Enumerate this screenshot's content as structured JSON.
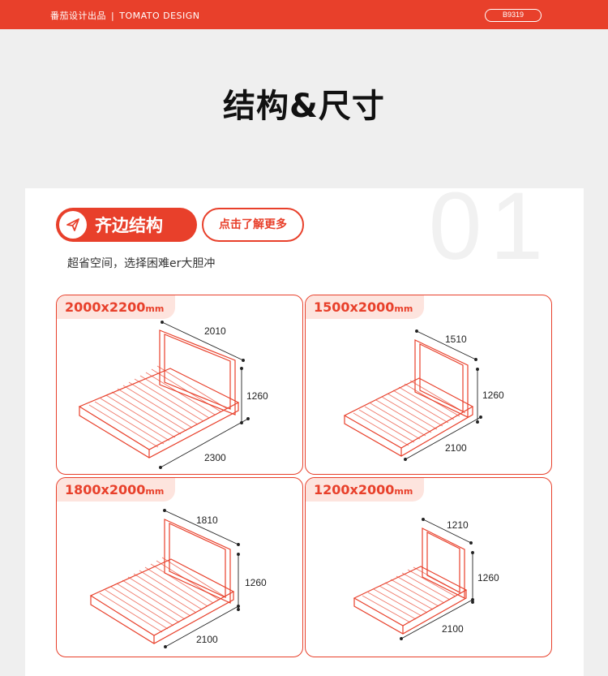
{
  "header": {
    "brand_cn": "番茄设计出品",
    "separator": "|",
    "brand_en": "TOMATO DESIGN",
    "code": "B9319"
  },
  "page_title": "结构&尺寸",
  "section": {
    "number": "01",
    "pill_label": "齐边结构",
    "pill_icon": "paper-plane-icon",
    "more_button": "点击了解更多",
    "subtitle": "超省空间，选择困难er大胆冲"
  },
  "colors": {
    "accent": "#e8402b",
    "tag_bg": "#fde4de",
    "page_bg": "#efefef"
  },
  "beds": [
    {
      "size": "2000x2200",
      "unit": "mm",
      "width": "2010",
      "height": "1260",
      "length": "2300"
    },
    {
      "size": "1500x2000",
      "unit": "mm",
      "width": "1510",
      "height": "1260",
      "length": "2100"
    },
    {
      "size": "1800x2000",
      "unit": "mm",
      "width": "1810",
      "height": "1260",
      "length": "2100"
    },
    {
      "size": "1200x2000",
      "unit": "mm",
      "width": "1210",
      "height": "1260",
      "length": "2100"
    }
  ]
}
